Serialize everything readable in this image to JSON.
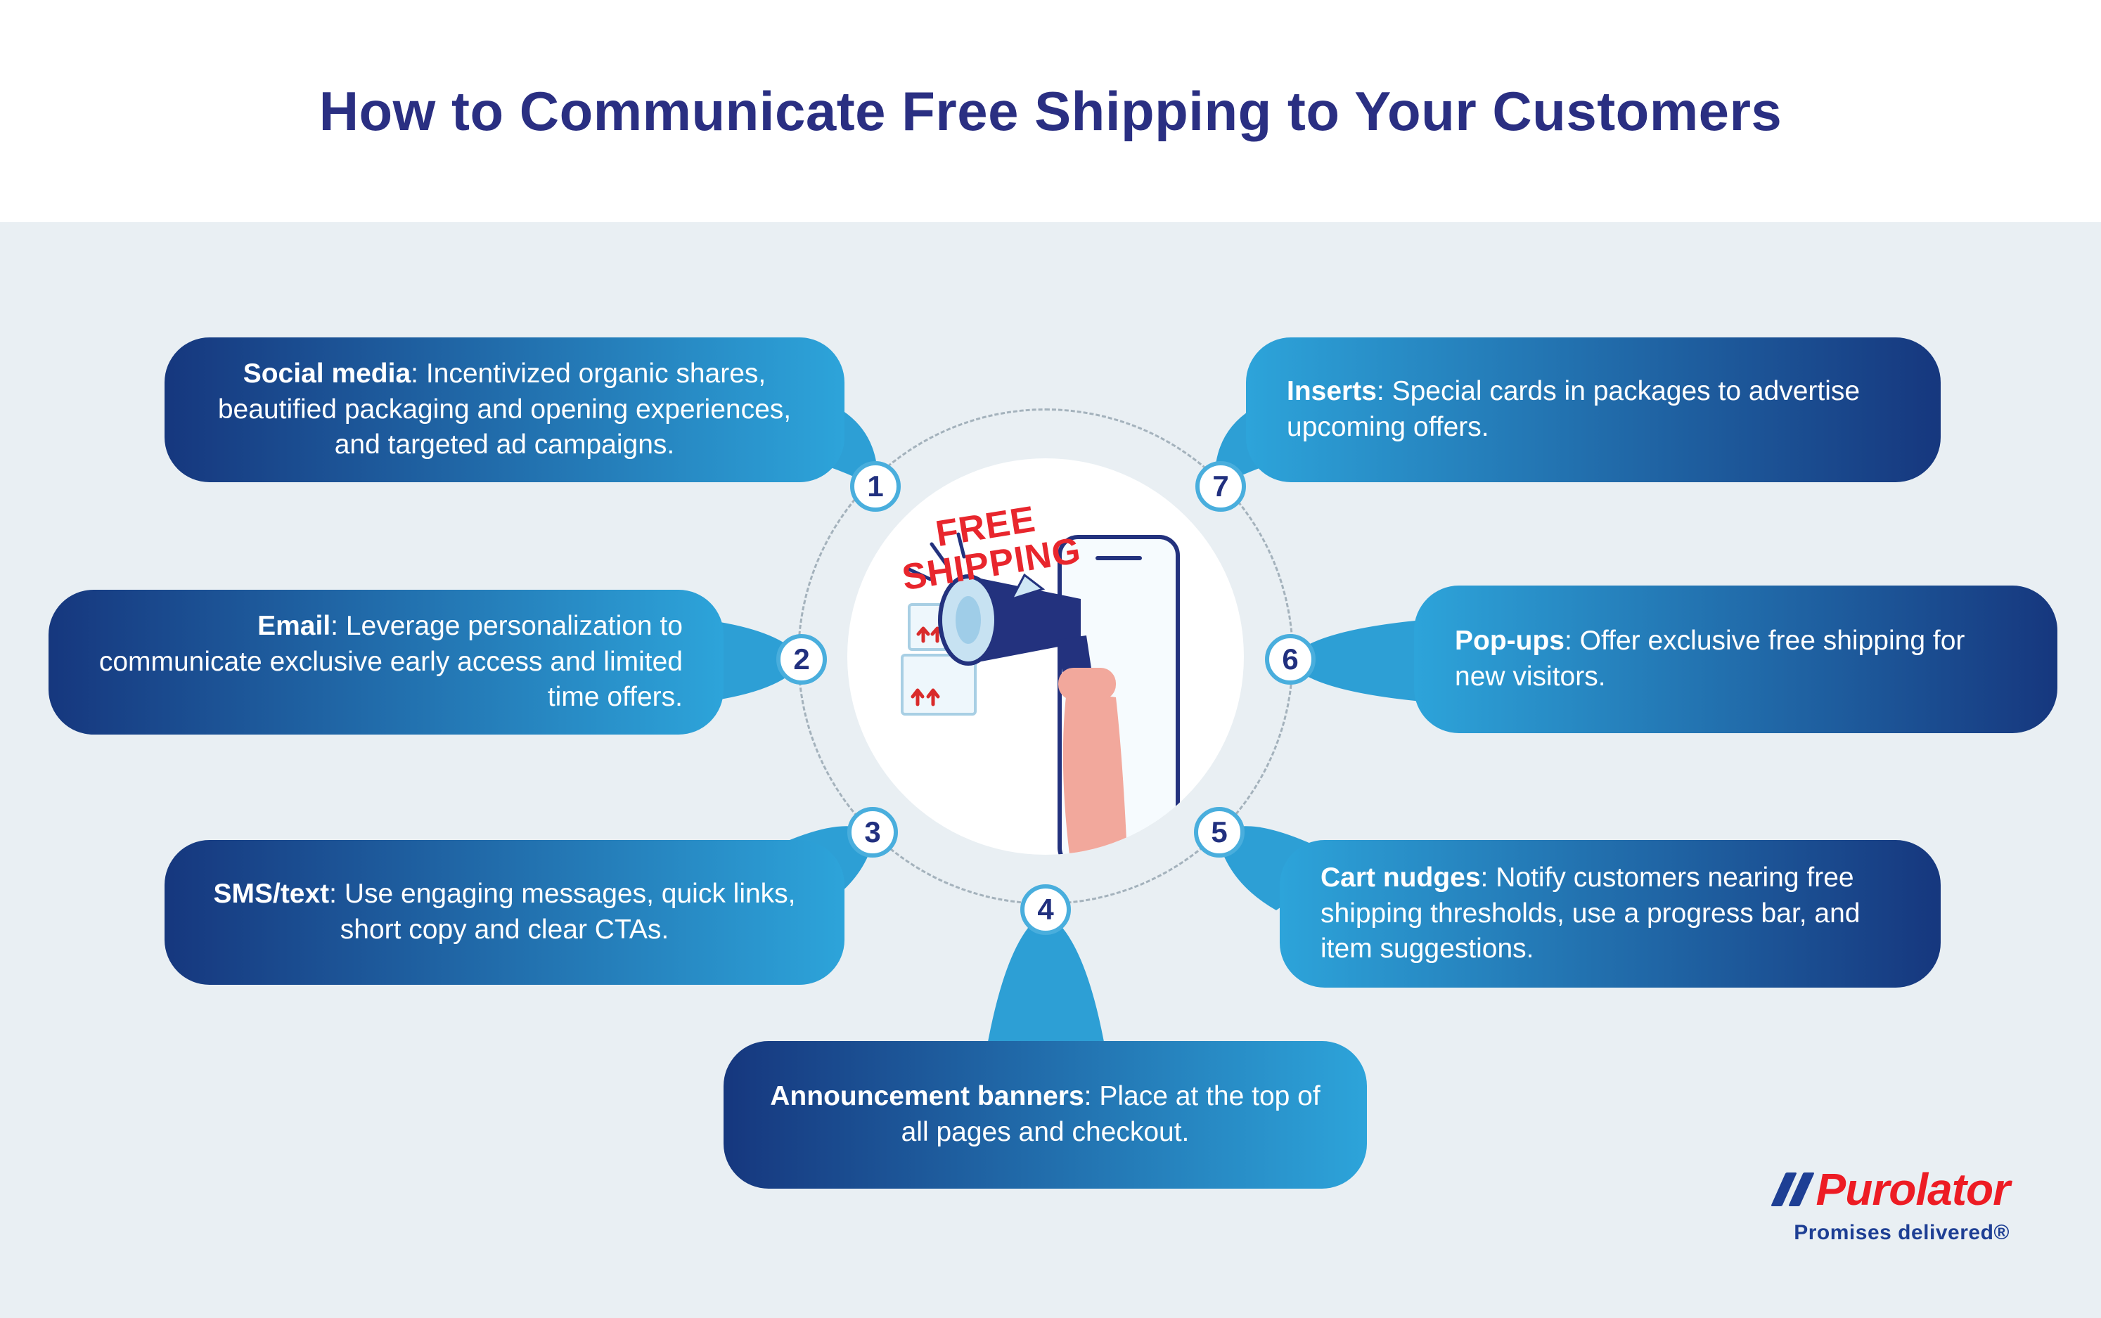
{
  "header": {
    "title": "How to Communicate Free Shipping to Your Customers"
  },
  "center": {
    "line1": "FREE",
    "line2": "SHIPPING"
  },
  "callouts": [
    {
      "number": "1",
      "label": "Social media",
      "text": ": Incentivized organic shares, beautified packaging and opening experiences, and targeted ad campaigns."
    },
    {
      "number": "2",
      "label": "Email",
      "text": ": Leverage personalization to communicate exclusive early access and limited time offers."
    },
    {
      "number": "3",
      "label": "SMS/text",
      "text": ": Use engaging messages, quick links, short copy and clear CTAs."
    },
    {
      "number": "4",
      "label": "Announcement banners",
      "text": ": Place at the top of all pages and checkout."
    },
    {
      "number": "5",
      "label": "Cart nudges",
      "text": ": Notify customers nearing free shipping thresholds, use a progress bar, and item suggestions."
    },
    {
      "number": "6",
      "label": "Pop-ups",
      "text": ": Offer exclusive free shipping for new visitors."
    },
    {
      "number": "7",
      "label": "Inserts",
      "text": ": Special cards in packages to advertise upcoming offers."
    }
  ],
  "logo": {
    "name": "Purolator",
    "tagline": "Promises delivered®"
  },
  "colors": {
    "background": "#e9eff3",
    "title_navy": "#2a2f82",
    "bubble_dark": "#16377e",
    "bubble_light": "#2da4da",
    "badge_border": "#49aedd",
    "accent_red": "#e8262d",
    "logo_red": "#ed1c24",
    "logo_blue": "#1e3f94"
  }
}
